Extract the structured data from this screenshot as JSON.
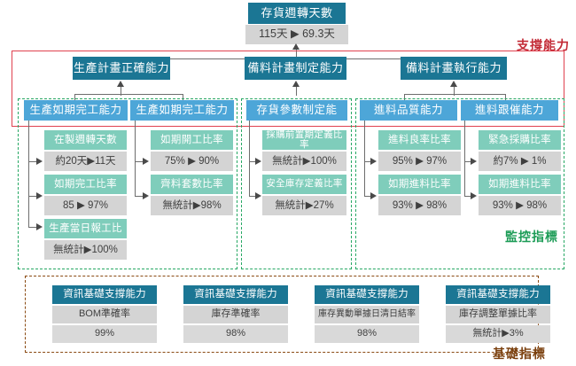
{
  "root": {
    "title": "存貨週轉天數",
    "value": "115天 ▶ 69.3天"
  },
  "regions": {
    "support": {
      "caption": "支撐能力",
      "color": "#c32a36"
    },
    "monitor": {
      "caption": "監控指標",
      "color": "#1d9c57"
    },
    "foundation": {
      "caption": "基礎指標",
      "color": "#7a3f0d"
    }
  },
  "capabilities": [
    {
      "label": "生產計畫正確能力"
    },
    {
      "label": "備料計畫制定能力"
    },
    {
      "label": "備料計畫執行能力"
    }
  ],
  "subcapabilities": [
    {
      "label": "生產如期完工能力"
    },
    {
      "label": "生產如期完工能力"
    },
    {
      "label": "存貨參數制定能"
    },
    {
      "label": "進料品質能力"
    },
    {
      "label": "進料跟催能力"
    }
  ],
  "metric_columns": [
    {
      "owner": "生產如期完工能力",
      "metrics": [
        {
          "name": "在製週轉天數",
          "value": "約20天▶11天"
        },
        {
          "name": "如期完工比率",
          "value": "85 ▶ 97%"
        },
        {
          "name": "生產當日報工比",
          "value": "無統計▶100%"
        }
      ]
    },
    {
      "owner": "生產如期完工能力",
      "metrics": [
        {
          "name": "如期開工比率",
          "value": "75% ▶ 90%"
        },
        {
          "name": "齊料套數比率",
          "value": "無統計▶98%"
        }
      ]
    },
    {
      "owner": "存貨參數制定能",
      "metrics": [
        {
          "name": "採購前置期定義比率",
          "value": "無統計▶100%"
        },
        {
          "name": "安全庫存定義比率",
          "value": "無統計▶27%"
        }
      ]
    },
    {
      "owner": "進料品質能力",
      "metrics": [
        {
          "name": "進料良率比率",
          "value": "95% ▶ 97%"
        },
        {
          "name": "如期進料比率",
          "value": "93% ▶ 98%"
        }
      ]
    },
    {
      "owner": "進料跟催能力",
      "metrics": [
        {
          "name": "緊急採購比率",
          "value": "約7% ▶ 1%"
        },
        {
          "name": "如期進料比率",
          "value": "93% ▶ 98%"
        }
      ]
    }
  ],
  "foundation_items": [
    {
      "header": "資訊基礎支撐能力",
      "name": "BOM準確率",
      "value": "99%"
    },
    {
      "header": "資訊基礎支撐能力",
      "name": "庫存準確率",
      "value": "98%"
    },
    {
      "header": "資訊基礎支撐能力",
      "name": "庫存異動單據日清日結率",
      "value": "98%"
    },
    {
      "header": "資訊基礎支撐能力",
      "name": "庫存調整單據比率",
      "value": "無統計▶3%"
    }
  ]
}
